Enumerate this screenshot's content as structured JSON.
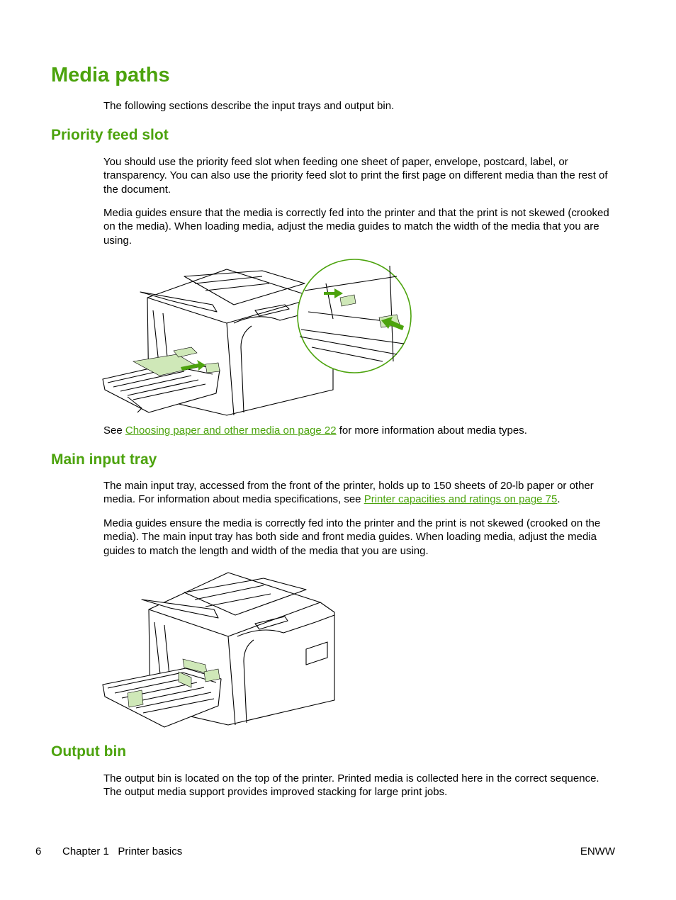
{
  "title": "Media paths",
  "intro": "The following sections describe the input trays and output bin.",
  "priority": {
    "heading": "Priority feed slot",
    "para1": "You should use the priority feed slot when feeding one sheet of paper, envelope, postcard, label, or transparency. You can also use the priority feed slot to print the first page on different media than the rest of the document.",
    "para2": "Media guides ensure that the media is correctly fed into the printer and that the print is not skewed (crooked on the media). When loading media, adjust the media guides to match the width of the media that you are using.",
    "see_prefix": "See ",
    "see_link": "Choosing paper and other media on page 22",
    "see_suffix": " for more information about media types."
  },
  "main_tray": {
    "heading": "Main input tray",
    "para1_prefix": "The main input tray, accessed from the front of the printer, holds up to 150 sheets of 20-lb paper or other media. For information about media specifications, see ",
    "para1_link": "Printer capacities and ratings on page 75",
    "para1_suffix": ".",
    "para2": "Media guides ensure the media is correctly fed into the printer and the print is not skewed (crooked on the media). The main input tray has both side and front media guides. When loading media, adjust the media guides to match the length and width of the media that you are using."
  },
  "output_bin": {
    "heading": "Output bin",
    "para1": "The output bin is located on the top of the printer. Printed media is collected here in the correct sequence. The output media support provides improved stacking for large print jobs."
  },
  "footer": {
    "page_number": "6",
    "chapter": "Chapter 1   Printer basics",
    "right": "ENWW"
  },
  "colors": {
    "accent": "#4ca30d",
    "guide_fill": "#cfe8b8"
  }
}
